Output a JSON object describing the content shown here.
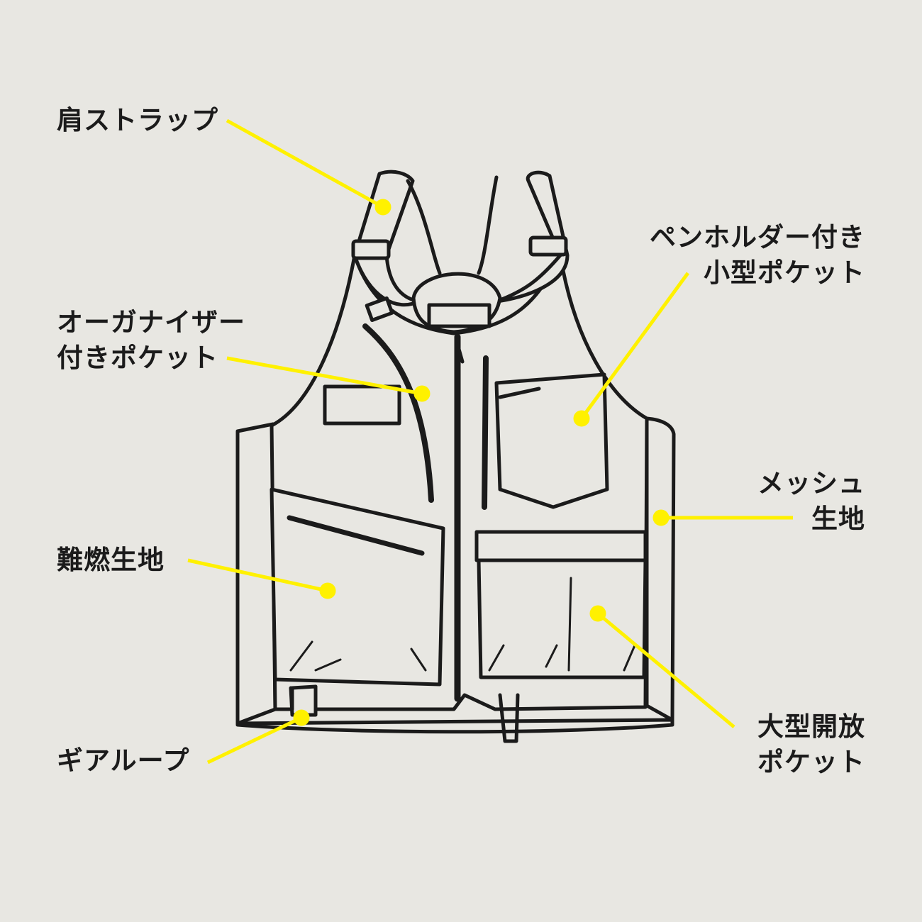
{
  "colors": {
    "background": "#e8e7e2",
    "accent": "#fff100",
    "ink": "#1b1b1b"
  },
  "labels": {
    "shoulder_strap": "肩ストラップ",
    "organizer_pocket": [
      "オーガナイザー",
      "付きポケット"
    ],
    "flame_retardant": "難燃生地",
    "gear_loop": "ギアループ",
    "pen_holder_pocket": [
      "ペンホルダー付き",
      "小型ポケット"
    ],
    "mesh": [
      "メッシュ",
      "生地"
    ],
    "open_pocket": [
      "大型開放",
      "ポケット"
    ]
  }
}
